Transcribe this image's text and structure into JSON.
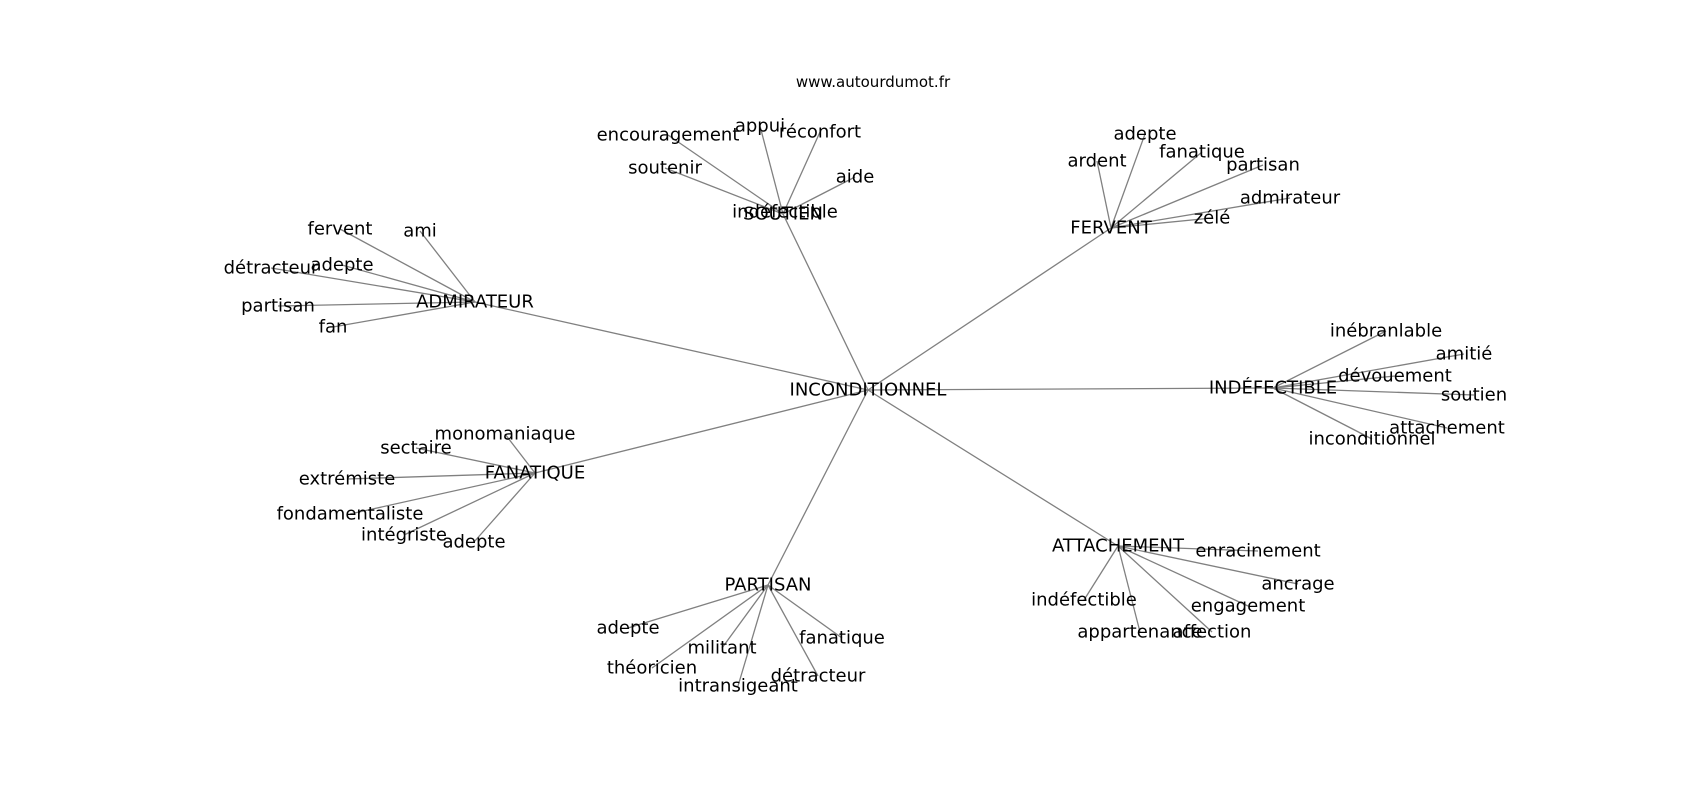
{
  "watermark": "www.autourdumot.fr",
  "graph": {
    "center": "INCONDITIONNEL",
    "hubs": [
      {
        "label": "SOUTIEN",
        "leaves": [
          "appui",
          "encouragement",
          "réconfort",
          "soutenir",
          "aide",
          "indéfectible"
        ]
      },
      {
        "label": "FERVENT",
        "leaves": [
          "adepte",
          "ardent",
          "fanatique",
          "partisan",
          "admirateur",
          "zélé"
        ]
      },
      {
        "label": "ADMIRATEUR",
        "leaves": [
          "fervent",
          "ami",
          "adepte",
          "détracteur",
          "partisan",
          "fan"
        ]
      },
      {
        "label": "INDÉFECTIBLE",
        "leaves": [
          "inébranlable",
          "amitié",
          "dévouement",
          "soutien",
          "attachement",
          "inconditionnel"
        ]
      },
      {
        "label": "FANATIQUE",
        "leaves": [
          "monomaniaque",
          "sectaire",
          "extrémiste",
          "fondamentaliste",
          "intégriste",
          "adepte"
        ]
      },
      {
        "label": "ATTACHEMENT",
        "leaves": [
          "enracinement",
          "ancrage",
          "engagement",
          "indéfectible",
          "appartenance",
          "affection"
        ]
      },
      {
        "label": "PARTISAN",
        "leaves": [
          "adepte",
          "fanatique",
          "militant",
          "théoricien",
          "détracteur",
          "intransigeant"
        ]
      }
    ]
  }
}
